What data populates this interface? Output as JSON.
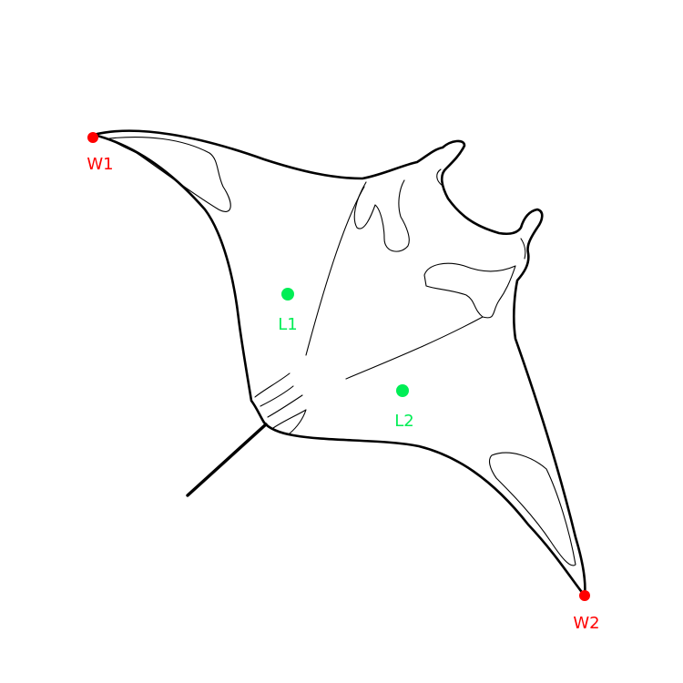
{
  "points": [
    {
      "id": "W1",
      "label": "W1",
      "type": "wingtip",
      "color": "#ff0000"
    },
    {
      "id": "W2",
      "label": "W2",
      "type": "wingtip",
      "color": "#ff0000"
    },
    {
      "id": "L1",
      "label": "L1",
      "type": "landmark",
      "color": "#00ee55"
    },
    {
      "id": "L2",
      "label": "L2",
      "type": "landmark",
      "color": "#00ee55"
    }
  ],
  "colors": {
    "wingtip": "#ff0000",
    "landmark": "#00ee55",
    "outline": "#000000",
    "background": "#ffffff"
  }
}
